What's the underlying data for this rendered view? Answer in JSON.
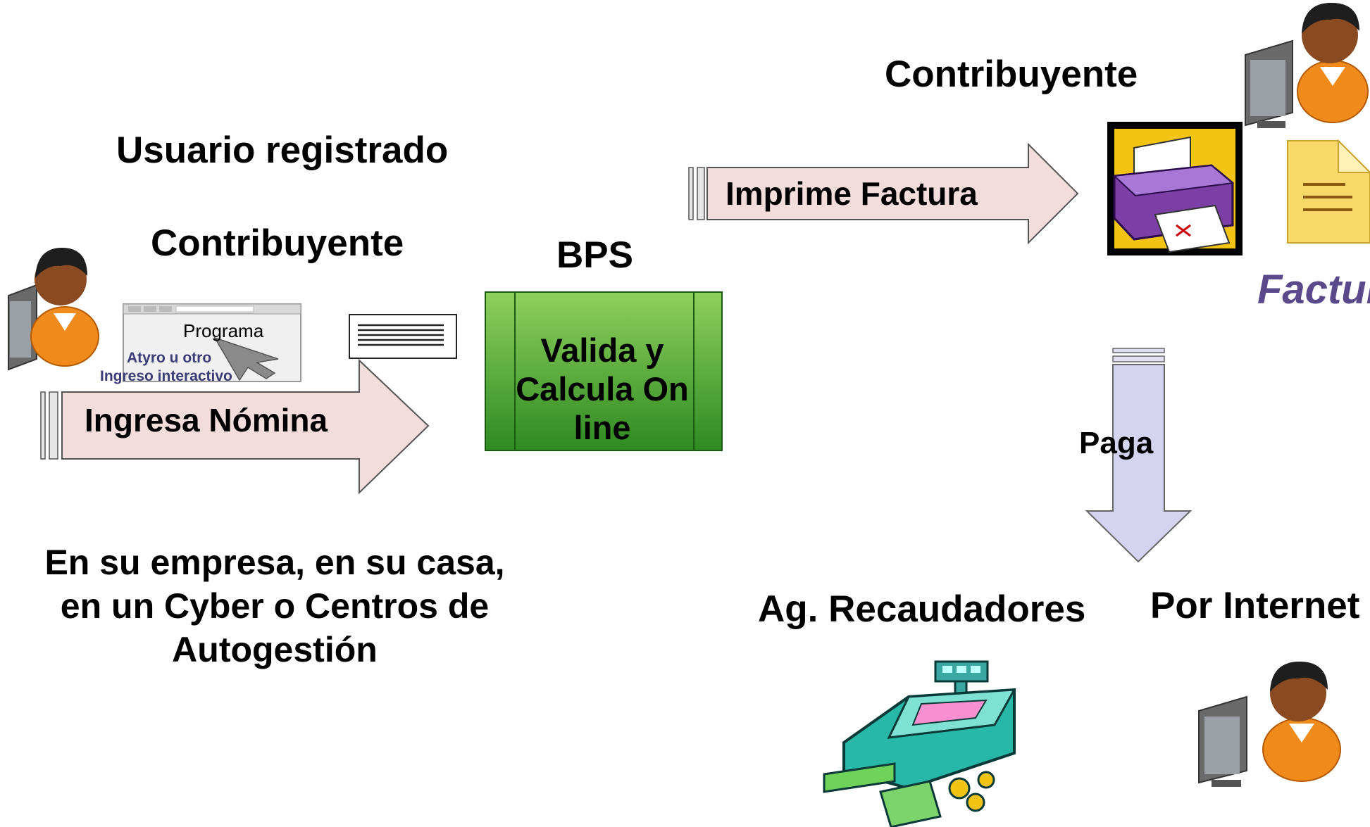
{
  "labels": {
    "usuario_registrado": "Usuario registrado",
    "contribuyente_left": "Contribuyente",
    "contribuyente_right": "Contribuyente",
    "bps": "BPS",
    "ag_recaudadores": "Ag. Recaudadores",
    "por_internet": "Por Internet",
    "lugares": "En su empresa, en su casa, en un Cyber o Centros de Autogestión",
    "factura": "Factura"
  },
  "arrows": {
    "ingresa": "Ingresa Nómina",
    "imprime": "Imprime Factura",
    "paga": "Paga"
  },
  "bps_box": {
    "text": "Valida y Calcula On line"
  },
  "program_window": {
    "title": "Programa",
    "line1": "Atyro u otro",
    "line2": "Ingreso interactivo"
  },
  "colors": {
    "arrow_pink": "#f2dcdc",
    "arrow_blue": "#d4d4f0",
    "bps_green": "#5cae3c",
    "factura_purple": "#5a4a8c"
  }
}
